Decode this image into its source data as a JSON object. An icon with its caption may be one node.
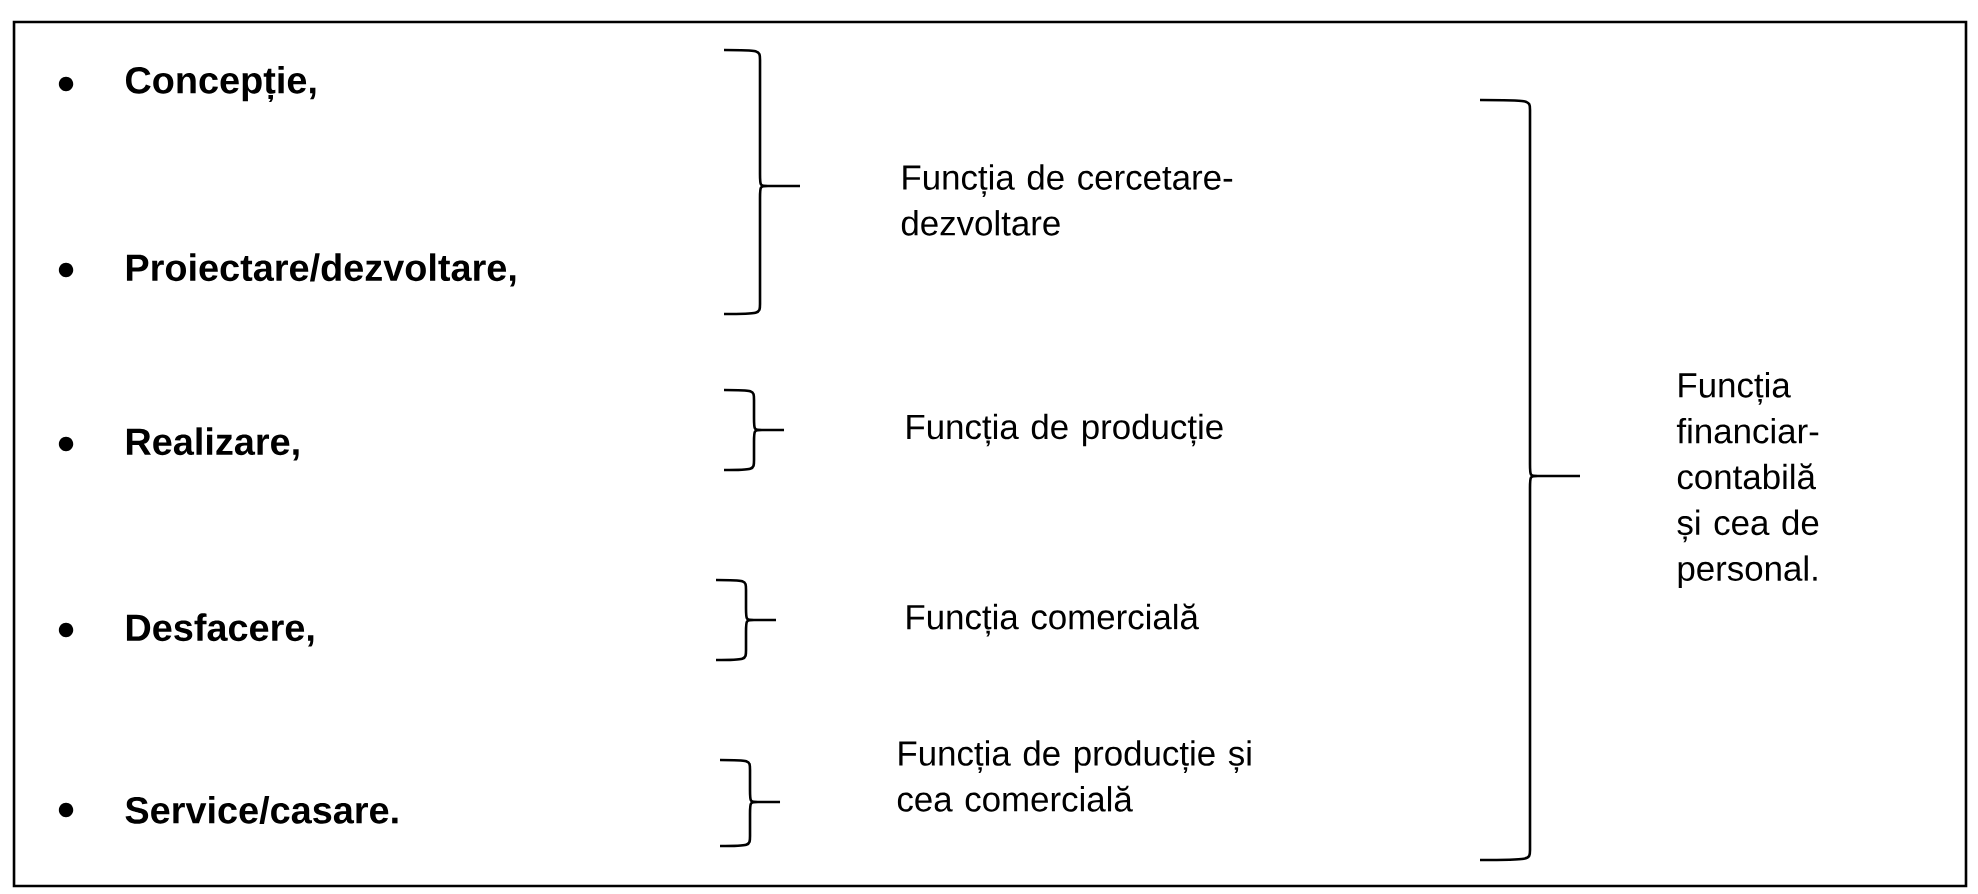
{
  "diagram": {
    "labels": [
      "Concepție,",
      "Proiectare/dezvoltare,",
      "Realizare,",
      "Desfacere,",
      "Service/casare.",
      "Funcția de cercetare-dezvoltare",
      "Funcția de producție",
      "Funcția comercială",
      "Funcția de producție și cea comercială",
      "Funcția financiar-contabilă și cea de personal."
    ]
  }
}
